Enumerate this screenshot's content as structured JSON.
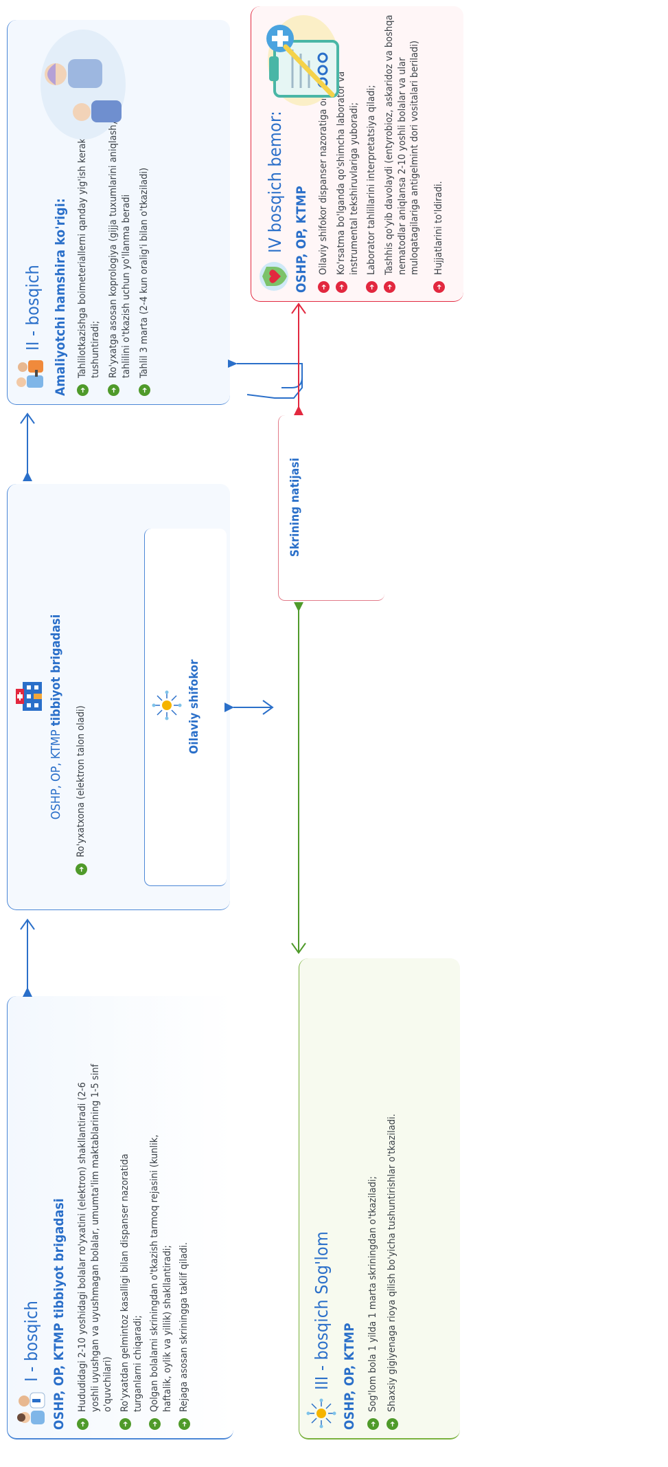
{
  "colors": {
    "blue": "#2a6fc9",
    "green": "#4f9a2a",
    "red": "#e2283f",
    "card_blue_bg": "#f3f8fe",
    "card_green_bg": "#f7faef",
    "card_red_bg": "#fff3f4"
  },
  "stage1": {
    "title": "I - bosqich",
    "org": "OSHP, OP, KTMP tibbiyot brigadasi",
    "items": [
      "Hududidagi 2-10 yoshidagi bolalar ro'yxatini (elektron) shakllantiradi (2-6 yoshli uyushgan va uyushmagan bolalar, umumta'lim maktablarining 1-5 sinf o'quvchilari)",
      "Ro'yxatdan gelmintoz kasalligi bilan dispanser nazoratida turganlarni chiqaradi;",
      "Qolgan bolalarni skriningdan o'tkazish tarmoq rejasini (kunlik, haftalik, oylik va yillik) shakllantiradi;",
      "Rejaga asosan skriningga taklif qiladi."
    ],
    "icon": "doctors-team-icon"
  },
  "center": {
    "org_prefix": "OSHP, OP, KTMP",
    "org_bold": "tibbiyot brigadasi",
    "item": "Ro'yxatxona (elektron talon oladi)",
    "family_doctor": "Oilaviy shifokor",
    "screening_result": "Skrining natijasi",
    "icon": "hospital-building-icon"
  },
  "stage2": {
    "title": "II - bosqich",
    "org": "Amaliyotchi hamshira ko'rigi:",
    "items": [
      "Tahlilotkazishga boimeteriallerni qanday yig'ish kerakligini tushuntiradi;",
      "Ro'yxatga asosan koprologiya (gijja tuxumlarini aniqlash) tahlilini o'tkazish uchun yo'llanma beradi",
      "Tahlil 3 marta (2-4 kun oralig'i bilan o'tkaziladi)"
    ],
    "icon": "nurse-patient-icon"
  },
  "stage3": {
    "title": "III - bosqich Sog'lom",
    "org": "OSHP, OP, KTMP",
    "items": [
      "Sog'lom bola 1 yilda 1 marta skriningdan o'tkaziladi;",
      "Shaxsiy gigiyenaga rioya qilish bo'yicha tushuntirishlar o'tkaziladi."
    ],
    "icon": "network-icon"
  },
  "stage4": {
    "title": "IV bosqich bemor:",
    "org": "OSHP, OP, KTMP",
    "items": [
      "Oilaviy shifokor dispanser nazoratiga oladi;",
      "Ko'rsatma bo'lganda qo'shimcha laborator va instrumental tekshiruvlariga yuboradi;",
      "Laborator tahlillarini interpretatsiya qiladi;",
      "Tashhis qo'yib davolaydi (entyrobioz, askaridoz va boshqa nematodlar aniqlansa 2-10 yoshli bolalar va ular muloqatagilariga antigelmint dori vositalari beriladi)",
      "Hujjatlarini to'ldiradi."
    ],
    "icon": "medical-clipboard-icon"
  }
}
